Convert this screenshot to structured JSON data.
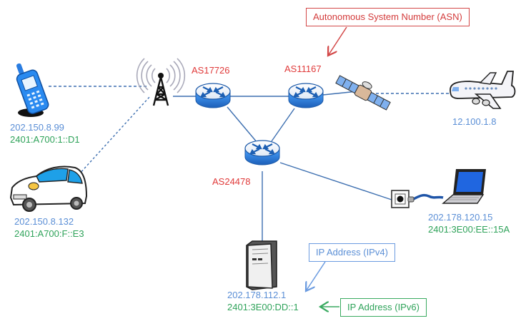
{
  "title": "Internet addressing: ASN and IP addresses",
  "colors": {
    "ipv4": "#5b8fd6",
    "ipv6": "#2fa35a",
    "asn": "#e03a3a",
    "link": "#3d6fb0",
    "wireless_link": "#3d6fb0",
    "router": "#2f7fd8"
  },
  "callouts": {
    "asn": "Autonomous System Number (ASN)",
    "ipv4": "IP Address (IPv4)",
    "ipv6": "IP Address (IPv6)"
  },
  "routers": [
    {
      "id": "r1",
      "asn": "AS17726"
    },
    {
      "id": "r2",
      "asn": "AS11167"
    },
    {
      "id": "r3",
      "asn": "AS24478"
    }
  ],
  "devices": {
    "phone": {
      "icon": "mobile-phone-icon",
      "ipv4": "202.150.8.99",
      "ipv6": "2401:A700:1::D1"
    },
    "car": {
      "icon": "car-icon",
      "ipv4": "202.150.8.132",
      "ipv6": "2401:A700:F::E3"
    },
    "airplane": {
      "icon": "airplane-icon",
      "ipv4": "12.100.1.8"
    },
    "laptop": {
      "icon": "laptop-icon",
      "ipv4": "202.178.120.15",
      "ipv6": "2401:3E00:EE::15A"
    },
    "server": {
      "icon": "server-icon",
      "ipv4": "202.178.112.1",
      "ipv6": "2401:3E00:DD::1"
    },
    "tower": {
      "icon": "cell-tower-icon"
    },
    "satellite": {
      "icon": "satellite-icon"
    },
    "wall_jack": {
      "icon": "ethernet-jack-icon"
    }
  }
}
